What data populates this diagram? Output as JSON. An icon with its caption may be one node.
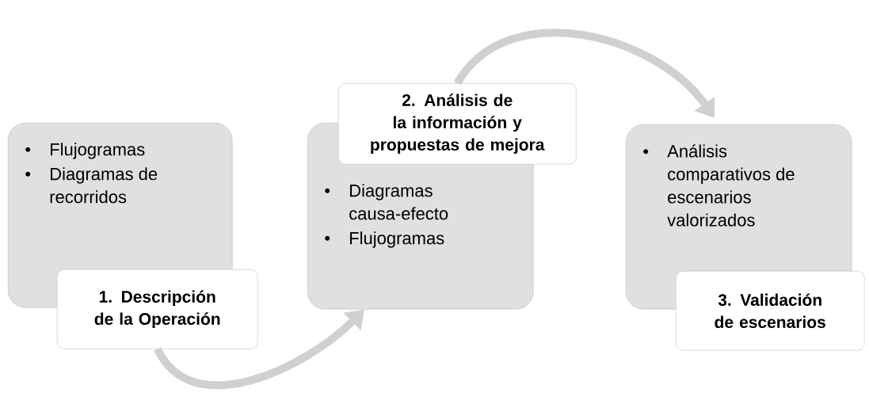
{
  "diagram": {
    "nodes": [
      {
        "text": [
          "Flujogramas",
          "Diagramas de recorridos"
        ]
      },
      {
        "text": [
          "1. Descripción de la Operación"
        ]
      },
      {
        "text": [
          "Diagramas causa-efecto",
          "Flujogramas"
        ]
      },
      {
        "text": [
          "2. Análisis de la información y propuestas de mejora"
        ]
      },
      {
        "text": [
          "Análisis comparativos de escenarios valorizados"
        ]
      },
      {
        "text": [
          "3. Validación de escenarios"
        ]
      }
    ],
    "edges": [
      {
        "from": 1,
        "to": 2,
        "arrow": "to"
      },
      {
        "from": 3,
        "to": 4,
        "arrow": "to"
      }
    ]
  }
}
